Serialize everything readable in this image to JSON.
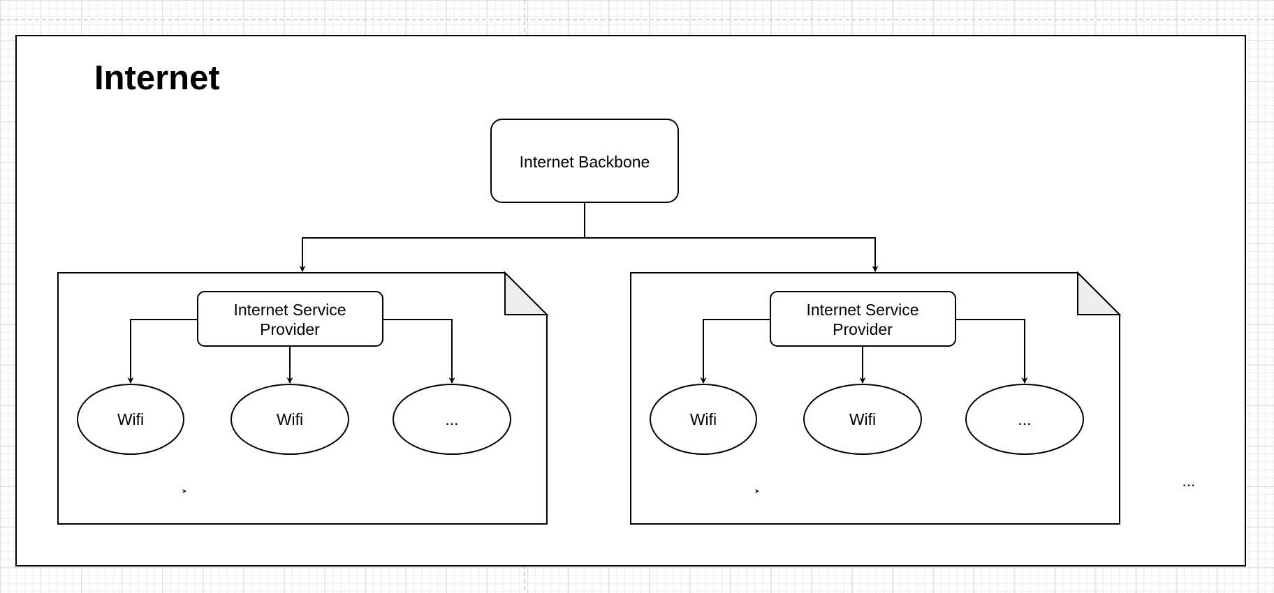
{
  "diagram": {
    "title": "Internet",
    "backbone": {
      "label": "Internet Backbone"
    },
    "isp_groups": [
      {
        "isp_label_line1": "Internet Service",
        "isp_label_line2": "Provider",
        "children": [
          "Wifi",
          "Wifi",
          "..."
        ]
      },
      {
        "isp_label_line1": "Internet Service",
        "isp_label_line2": "Provider",
        "children": [
          "Wifi",
          "Wifi",
          "..."
        ]
      }
    ],
    "more_indicator": "..."
  },
  "colors": {
    "stroke": "#000000",
    "fill": "#ffffff",
    "note_fold": "#eeeeee",
    "grid_minor": "#ececec",
    "grid_major": "#dcdcdc",
    "page_break": "#b3b3b3"
  }
}
